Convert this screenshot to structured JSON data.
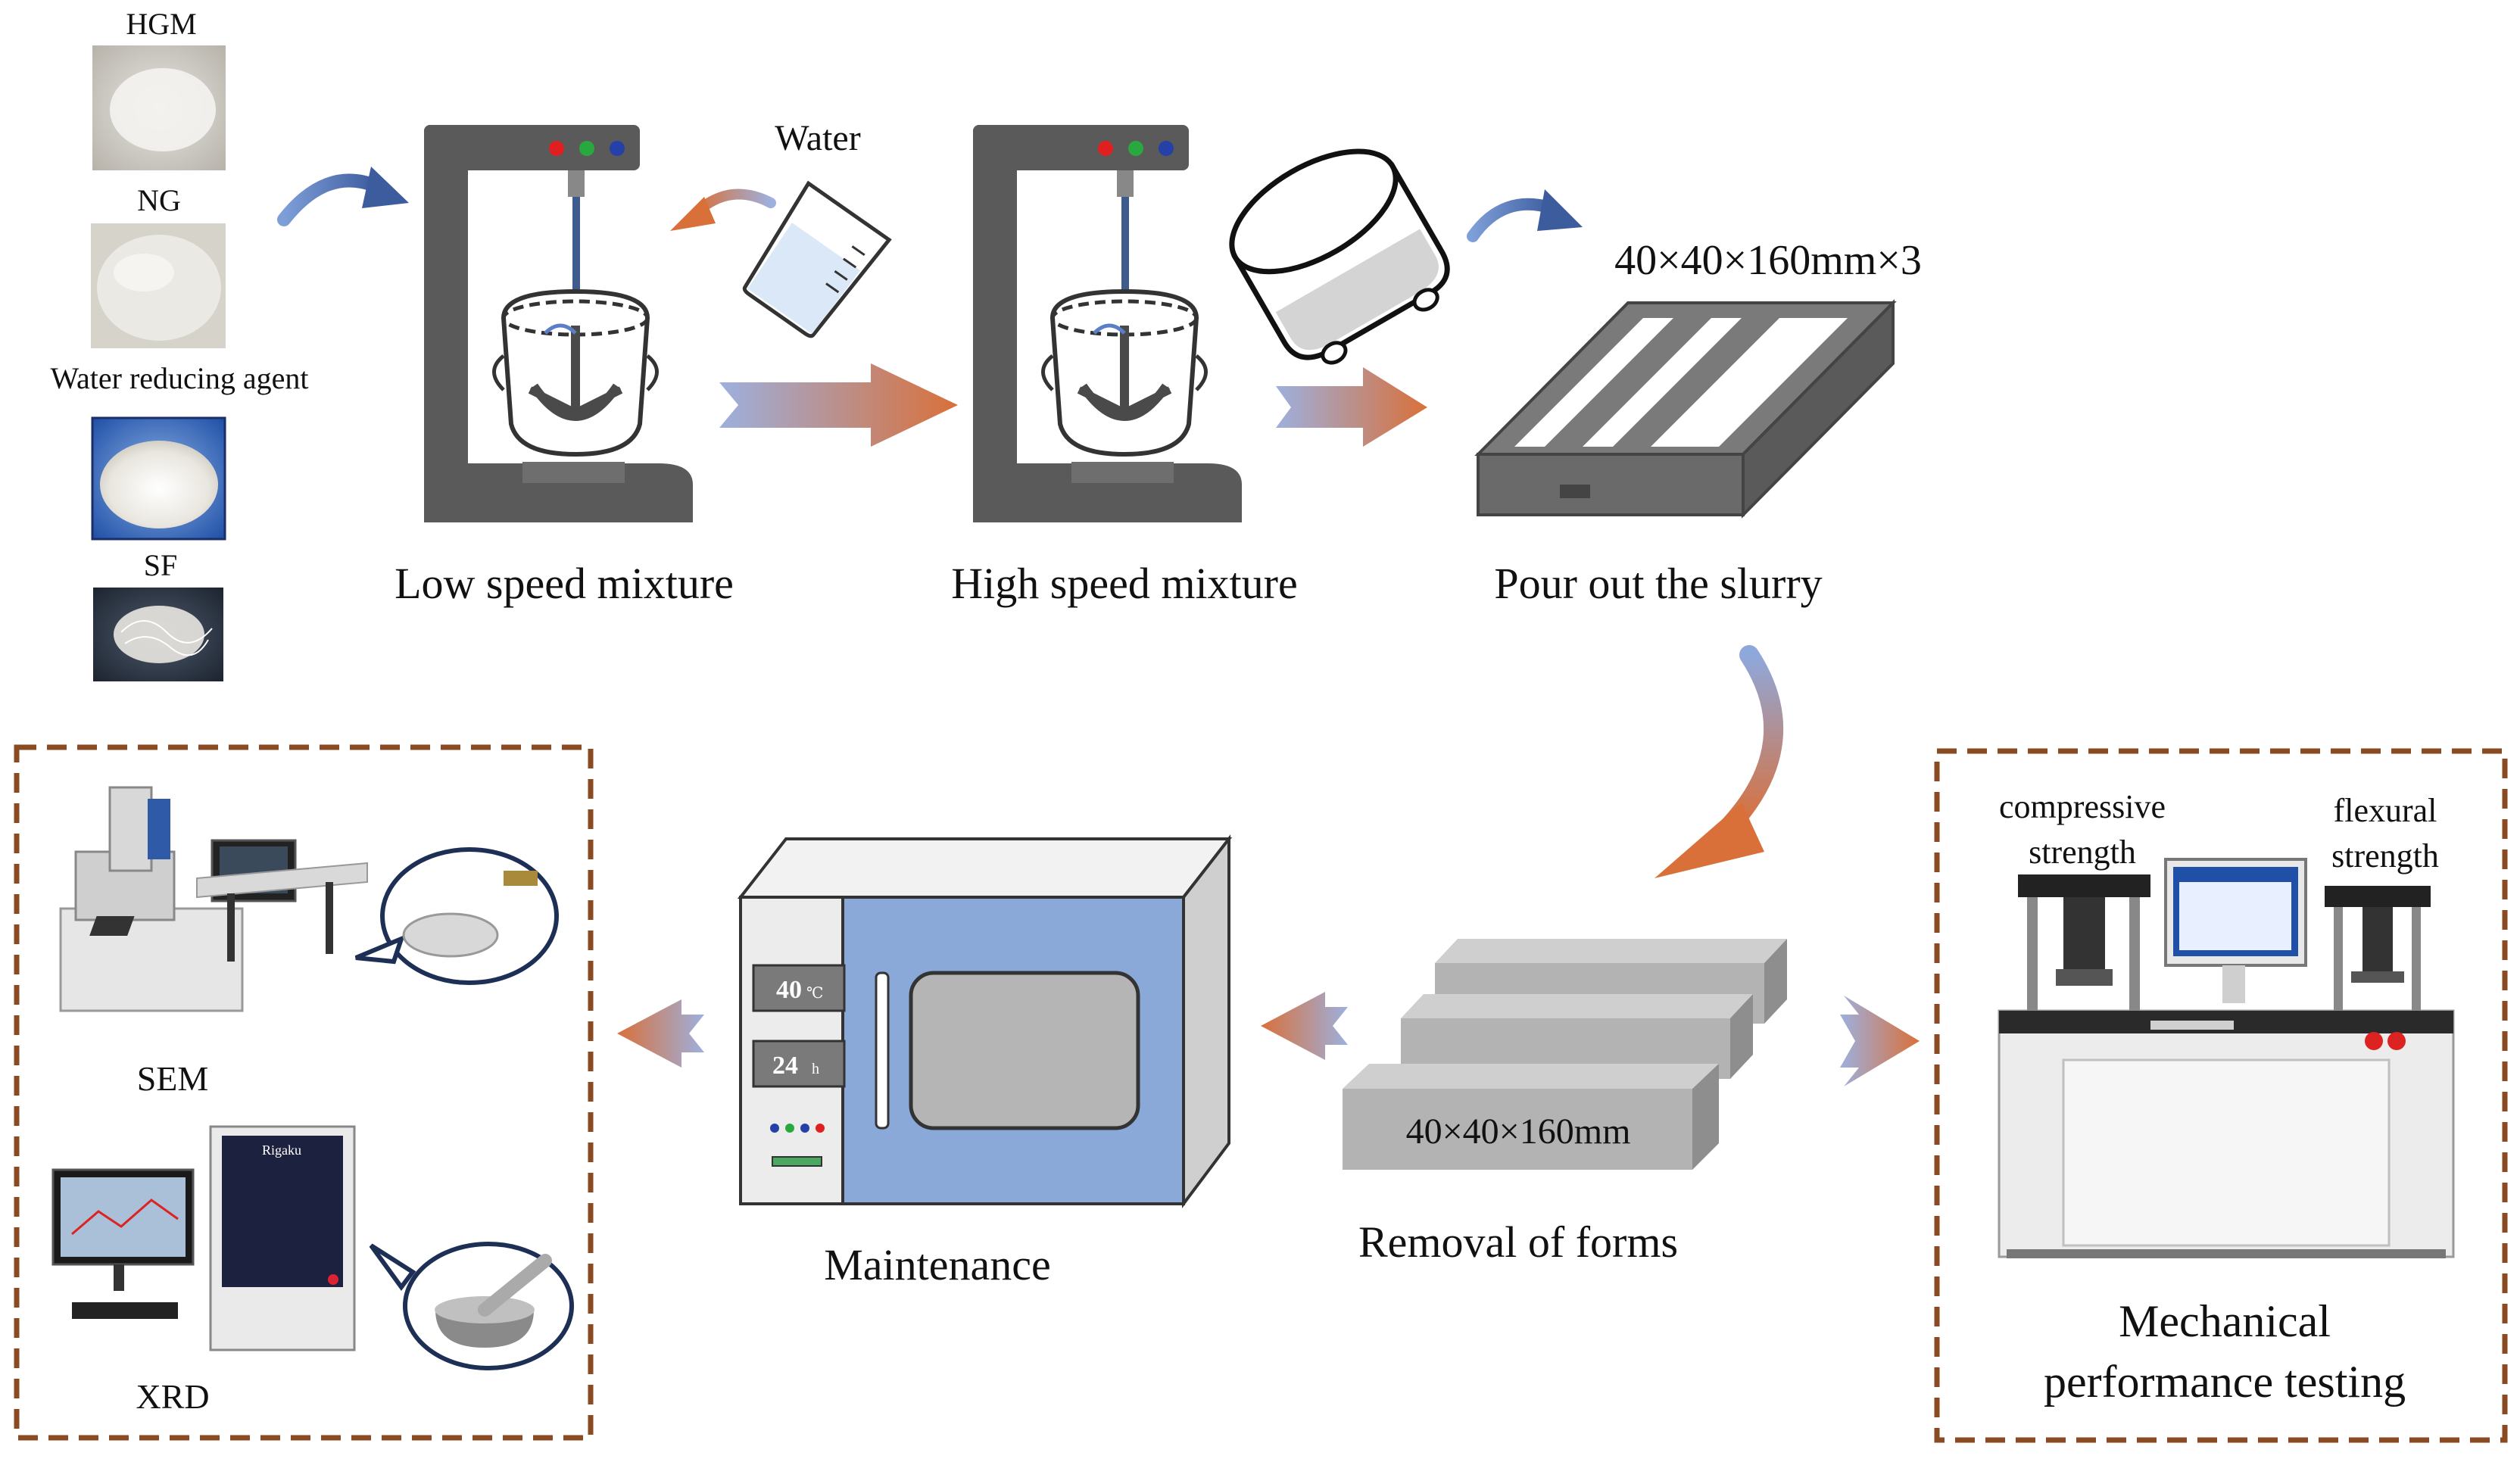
{
  "materials": {
    "hgm_label": "HGM",
    "ng_label": "NG",
    "water_reducing_agent_label": "Water reducing agent",
    "sf_label": "SF"
  },
  "mixing": {
    "water_label": "Water",
    "low_speed_label": "Low speed mixture",
    "high_speed_label": "High speed mixture",
    "pour_label": "Pour out the slurry",
    "mold_size_label": "40×40×160mm×3"
  },
  "forms": {
    "specimen_size_label": "40×40×160mm",
    "removal_label": "Removal of forms"
  },
  "maintenance": {
    "label": "Maintenance",
    "temperature_value": "40",
    "temperature_unit": "℃",
    "time_value": "24",
    "time_unit": "h"
  },
  "characterization": {
    "sem_label": "SEM",
    "xrd_label": "XRD",
    "xrd_brand_label": "Rigaku"
  },
  "mechanical": {
    "compressive_line1": "compressive",
    "compressive_line2": "strength",
    "flexural_line1": "flexural",
    "flexural_line2": "strength",
    "title_line1": "Mechanical",
    "title_line2": "performance testing"
  },
  "colors": {
    "mixer_body": "#5a5a5a",
    "arrow_blue": "#4a6aa8",
    "arrow_orange": "#d9703a",
    "frame_brown": "#8a4a22",
    "oven_blue": "#8aa8d8",
    "specimen_gray": "#b3b3b3"
  }
}
